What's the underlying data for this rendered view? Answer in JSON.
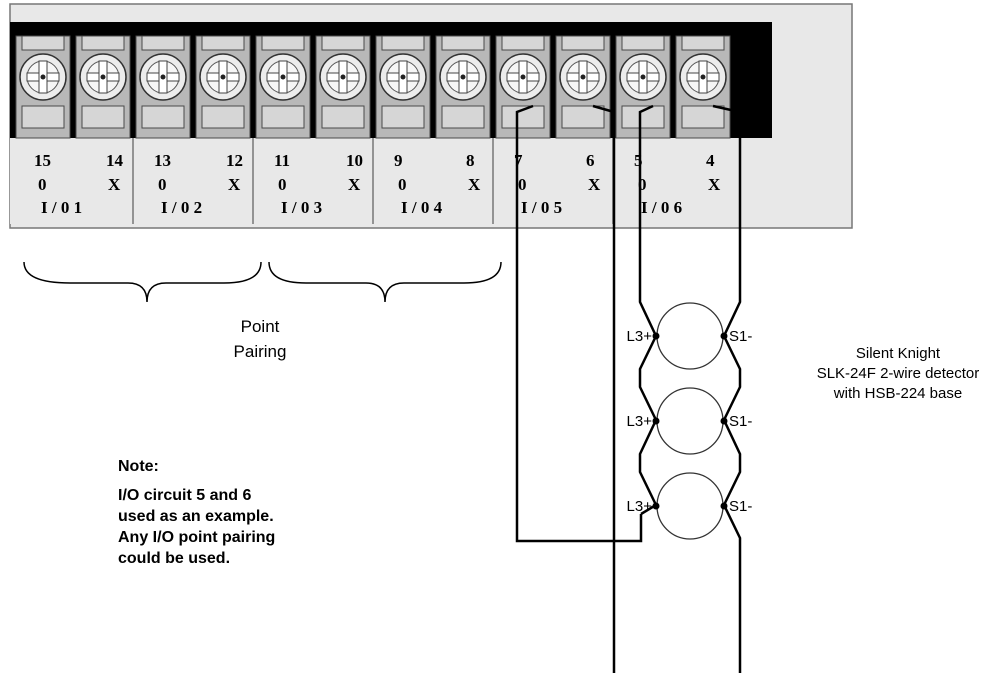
{
  "terminal_groups": [
    {
      "top": [
        "15",
        "14"
      ],
      "mid": [
        "0",
        "X"
      ],
      "io": "I / 0",
      "num": "1"
    },
    {
      "top": [
        "13",
        "12"
      ],
      "mid": [
        "0",
        "X"
      ],
      "io": "I / 0",
      "num": "2"
    },
    {
      "top": [
        "11",
        "10"
      ],
      "mid": [
        "0",
        "X"
      ],
      "io": "I / 0",
      "num": "3"
    },
    {
      "top": [
        "9",
        "8"
      ],
      "mid": [
        "0",
        "X"
      ],
      "io": "I / 0",
      "num": "4"
    },
    {
      "top": [
        "7",
        "6"
      ],
      "mid": [
        "0",
        "X"
      ],
      "io": "I / 0",
      "num": "5"
    },
    {
      "top": [
        "5",
        "4"
      ],
      "mid": [
        "0",
        "X"
      ],
      "io": "I / 0",
      "num": "6"
    }
  ],
  "point_pairing": {
    "line1": "Point",
    "line2": "Pairing"
  },
  "detector_labels": {
    "left": "L3+",
    "right": "S1-"
  },
  "detector_count": 3,
  "device_label": {
    "line1": "Silent Knight",
    "line2": "SLK-24F 2-wire detector",
    "line3": "with HSB-224 base"
  },
  "note": {
    "title": "Note:",
    "lines": [
      "I/O circuit 5 and 6",
      "used as an example.",
      "Any I/O point pairing",
      "could be used."
    ]
  }
}
